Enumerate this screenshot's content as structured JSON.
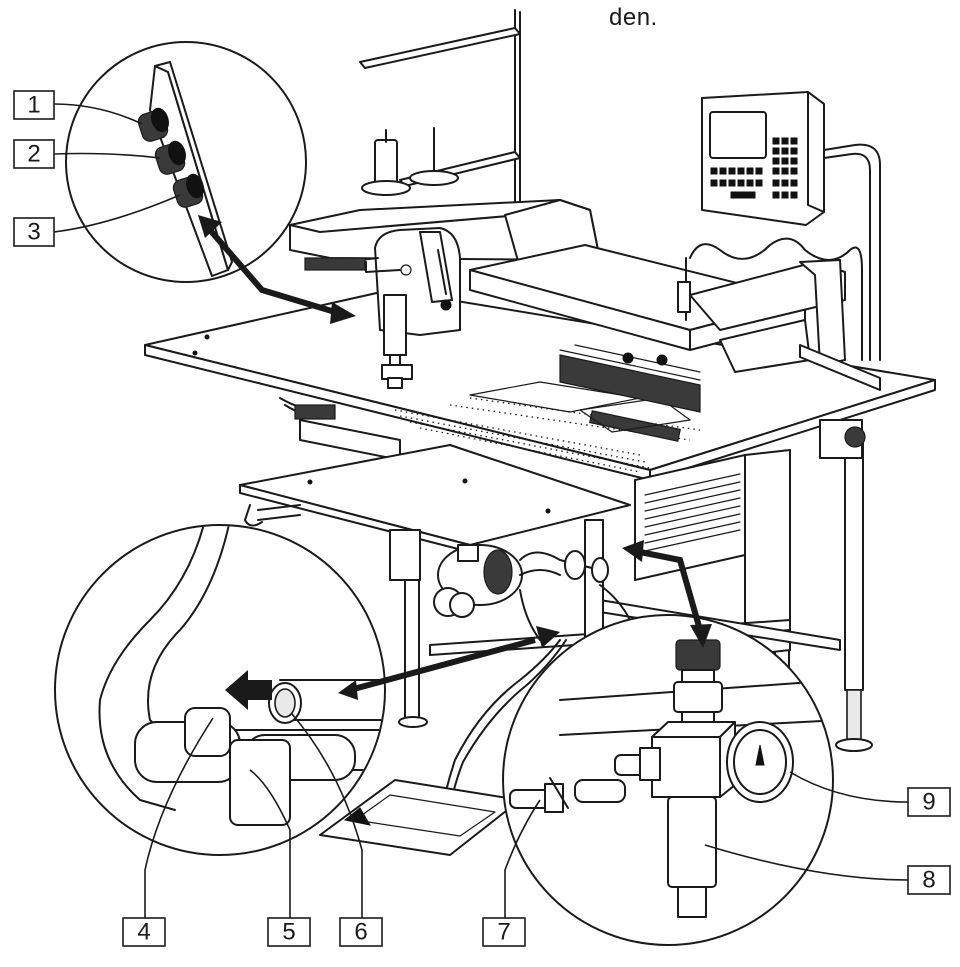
{
  "caption_text": "den.",
  "callouts": [
    {
      "id": "1",
      "label": "1"
    },
    {
      "id": "2",
      "label": "2"
    },
    {
      "id": "3",
      "label": "3"
    },
    {
      "id": "4",
      "label": "4"
    },
    {
      "id": "5",
      "label": "5"
    },
    {
      "id": "6",
      "label": "6"
    },
    {
      "id": "7",
      "label": "7"
    },
    {
      "id": "8",
      "label": "8"
    },
    {
      "id": "9",
      "label": "9"
    }
  ]
}
